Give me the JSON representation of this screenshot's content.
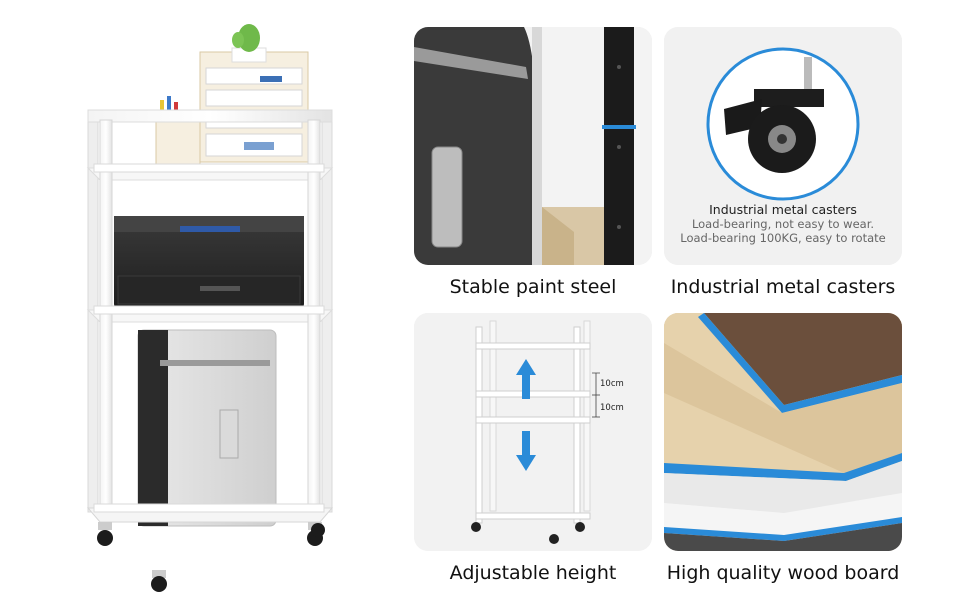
{
  "captions": {
    "steel": "Stable paint steel",
    "casters": "Industrial metal casters",
    "adjustable": "Adjustable height",
    "wood": "High quality wood board"
  },
  "casters_panel": {
    "title": "Industrial metal casters",
    "line1": "Load-bearing, not easy to wear.",
    "line2": "Load-bearing 100KG, easy to rotate"
  },
  "adjustable_panel": {
    "dim_top": "10cm",
    "dim_bottom": "10cm"
  },
  "colors": {
    "frame_white": "#ffffff",
    "accent_blue": "#2a8bd8",
    "printer_black": "#2b2b2b",
    "wood_light": "#e3cfa8",
    "wood_dark": "#6b4f3c"
  }
}
